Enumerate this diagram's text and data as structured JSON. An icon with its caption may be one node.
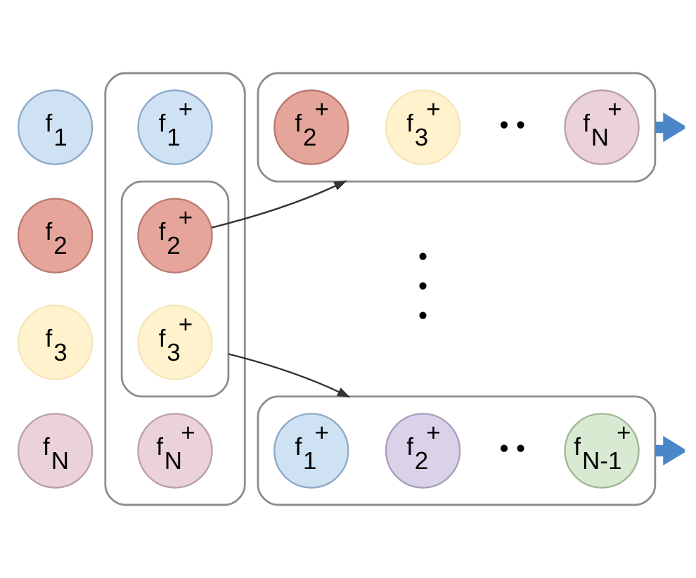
{
  "diagram": {
    "nodes": [
      {
        "text": [
          "f$_{1}$"
        ]
      },
      {
        "text": [],
        "shape": "box"
      },
      {
        "text": [
          "f$_{1}$$^{+}$"
        ],
        "in": 1
      },
      {
        "text": [],
        "shape": "box"
      },
      {
        "text": [
          "f$_{2}$$^{+}$"
        ],
        "in": 3
      },
      {
        "text": [
          "f$_{3}$$^{+}$"
        ],
        "in": 3
      },
      {
        "text": [
          "f$_{N}$$^{+}$"
        ],
        "in": 3
      },
      {
        "text": [
          "f$_{2}$"
        ]
      },
      {
        "text": [],
        "shape": "box",
        "in": 1
      },
      {
        "text": [
          "f$_{2}$$^{+}$"
        ],
        "in": 8
      },
      {
        "text": [
          "f$_{3}$"
        ]
      },
      {
        "text": [
          "f$_{3}$$^{+}$"
        ],
        "in": 8
      },
      {
        "text": [
          "f$_{N}$"
        ]
      },
      {
        "text": [
          "f$_{N}$$^{+}$"
        ],
        "in": 1
      },
      {
        "text": [],
        "shape": "box"
      },
      {
        "text": [
          "f$_{1}$$^{+}$"
        ],
        "in": 14
      },
      {
        "text": [
          "f$_{2}$$^{+}$"
        ],
        "in": 14
      },
      {
        "text": [
          "f$_{N-1}$$^{+}$"
        ],
        "in": 14
      }
    ],
    "edges": [
      {
        "from": 9,
        "to": 3,
        "arrow": "to"
      },
      {
        "from": 8,
        "to": 14,
        "arrow": "to"
      },
      {
        "from": 3,
        "to": null,
        "arrow": "to",
        "style": "thick",
        "color": "#4a86c8"
      },
      {
        "from": 14,
        "to": null,
        "arrow": "to",
        "style": "thick",
        "color": "#4a86c8"
      }
    ],
    "labels": [
      "• •",
      "• • •",
      "• •"
    ]
  }
}
